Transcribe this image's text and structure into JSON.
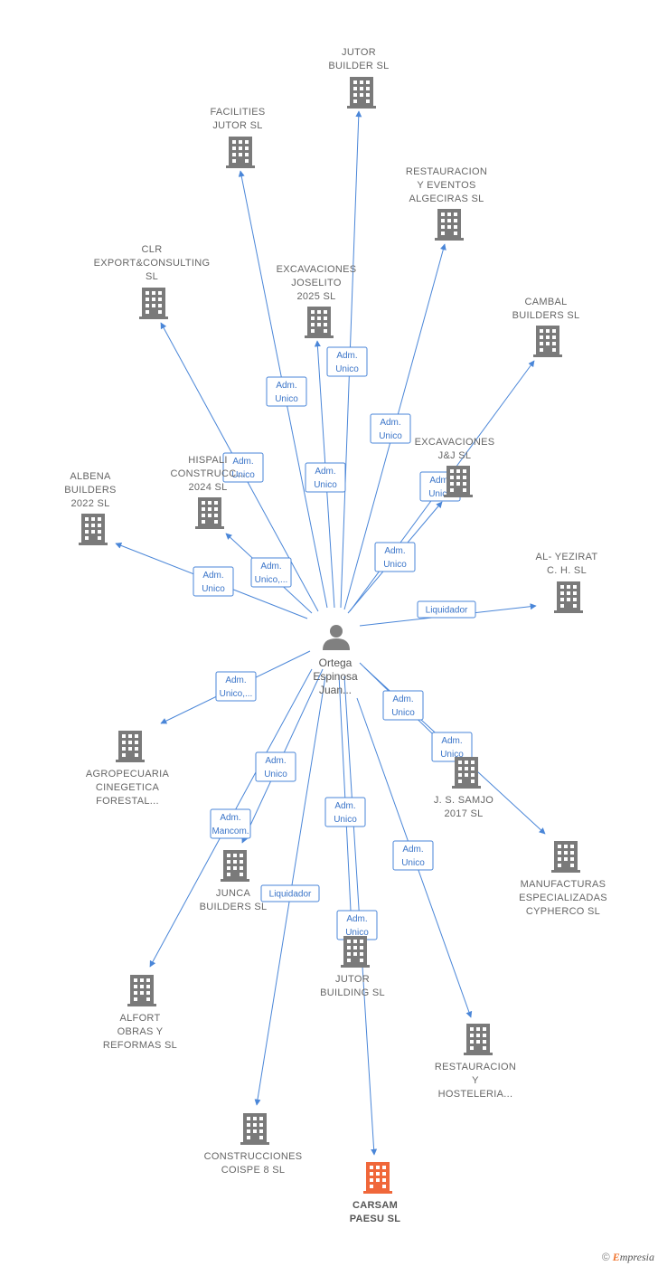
{
  "colors": {
    "edge": "#4a86d8",
    "building": "#7a7a7a",
    "building_highlight": "#f0673a",
    "person": "#808080"
  },
  "center": {
    "name_lines": [
      "Ortega",
      "Espinosa",
      "Juan..."
    ],
    "icon": "person-icon"
  },
  "companies": [
    {
      "id": "jutor-builder",
      "lines": [
        "JUTOR",
        "BUILDER  SL"
      ]
    },
    {
      "id": "facilities-jutor",
      "lines": [
        "FACILITIES",
        "JUTOR  SL"
      ]
    },
    {
      "id": "restauracion-eventos",
      "lines": [
        "RESTAURACION",
        "Y EVENTOS",
        "ALGECIRAS SL"
      ]
    },
    {
      "id": "clr-export",
      "lines": [
        "CLR",
        "EXPORT&CONSULTING",
        "SL"
      ]
    },
    {
      "id": "excavaciones-joselito",
      "lines": [
        "EXCAVACIONES",
        "JOSELITO",
        "2025  SL"
      ]
    },
    {
      "id": "cambal-builders",
      "lines": [
        "CAMBAL",
        "BUILDERS  SL"
      ]
    },
    {
      "id": "excavaciones-jj",
      "lines": [
        "EXCAVACIONES",
        "J&J  SL"
      ]
    },
    {
      "id": "hispali-construcc",
      "lines": [
        "HISPALI",
        "CONSTRUCC...",
        "2024  SL"
      ]
    },
    {
      "id": "albena-builders",
      "lines": [
        "ALBENA",
        "BUILDERS",
        "2022  SL"
      ]
    },
    {
      "id": "al-yezirat",
      "lines": [
        "AL- YEZIRAT",
        "C. H.  SL"
      ]
    },
    {
      "id": "agropecuaria",
      "lines": [
        "AGROPECUARIA",
        "CINEGETICA",
        "FORESTAL..."
      ]
    },
    {
      "id": "junca-builders",
      "lines": [
        "JUNCA",
        "BUILDERS  SL"
      ]
    },
    {
      "id": "js-samjo",
      "lines": [
        "J.  S. SAMJO",
        "2017  SL"
      ]
    },
    {
      "id": "manufacturas",
      "lines": [
        "MANUFACTURAS",
        "ESPECIALIZADAS",
        "CYPHERCO  SL"
      ]
    },
    {
      "id": "alfort-obras",
      "lines": [
        "ALFORT",
        "OBRAS Y",
        "REFORMAS  SL"
      ]
    },
    {
      "id": "jutor-building",
      "lines": [
        "JUTOR",
        "BUILDING  SL"
      ]
    },
    {
      "id": "restauracion-hosteleria",
      "lines": [
        "RESTAURACION",
        "Y",
        "HOSTELERIA..."
      ]
    },
    {
      "id": "construcciones-coispe",
      "lines": [
        "CONSTRUCCIONES",
        "COISPE 8 SL"
      ]
    },
    {
      "id": "carsam-paesu",
      "lines": [
        "CARSAM",
        "PAESU  SL"
      ],
      "highlight": true
    }
  ],
  "relations": [
    {
      "to": "jutor-builder",
      "label": [
        "Adm.",
        "Unico"
      ]
    },
    {
      "to": "facilities-jutor",
      "label": [
        "Adm.",
        "Unico"
      ]
    },
    {
      "to": "restauracion-eventos",
      "label": [
        "Adm.",
        "Unico"
      ]
    },
    {
      "to": "clr-export",
      "label": [
        "Adm.",
        "Unico"
      ]
    },
    {
      "to": "excavaciones-joselito",
      "label": [
        "Adm.",
        "Unico"
      ]
    },
    {
      "to": "cambal-builders",
      "label": [
        "Adm.",
        "Unico"
      ]
    },
    {
      "to": "excavaciones-jj",
      "label": [
        "Adm.",
        "Unico"
      ]
    },
    {
      "to": "hispali-construcc",
      "label": [
        "Adm.",
        "Unico,..."
      ]
    },
    {
      "to": "albena-builders",
      "label": [
        "Adm.",
        "Unico"
      ]
    },
    {
      "to": "al-yezirat",
      "label": [
        "Liquidador"
      ]
    },
    {
      "to": "agropecuaria",
      "label": [
        "Adm.",
        "Unico,..."
      ]
    },
    {
      "to": "junca-builders",
      "label": [
        "Adm.",
        "Unico"
      ]
    },
    {
      "to": "alfort-obras",
      "label": [
        "Adm.",
        "Mancom."
      ]
    },
    {
      "to": "js-samjo",
      "label": [
        "Adm.",
        "Unico"
      ]
    },
    {
      "to": "manufacturas",
      "label": [
        "Adm.",
        "Unico"
      ]
    },
    {
      "to": "jutor-building",
      "label": [
        "Adm.",
        "Unico"
      ]
    },
    {
      "to": "construcciones-coispe",
      "label": [
        "Liquidador"
      ]
    },
    {
      "to": "carsam-paesu",
      "label": [
        "Adm.",
        "Unico"
      ]
    },
    {
      "to": "restauracion-hosteleria",
      "label": [
        "Adm.",
        "Unico"
      ]
    }
  ],
  "footer": {
    "copyright": "©",
    "brand_initial": "E",
    "brand_rest": "mpresia"
  }
}
